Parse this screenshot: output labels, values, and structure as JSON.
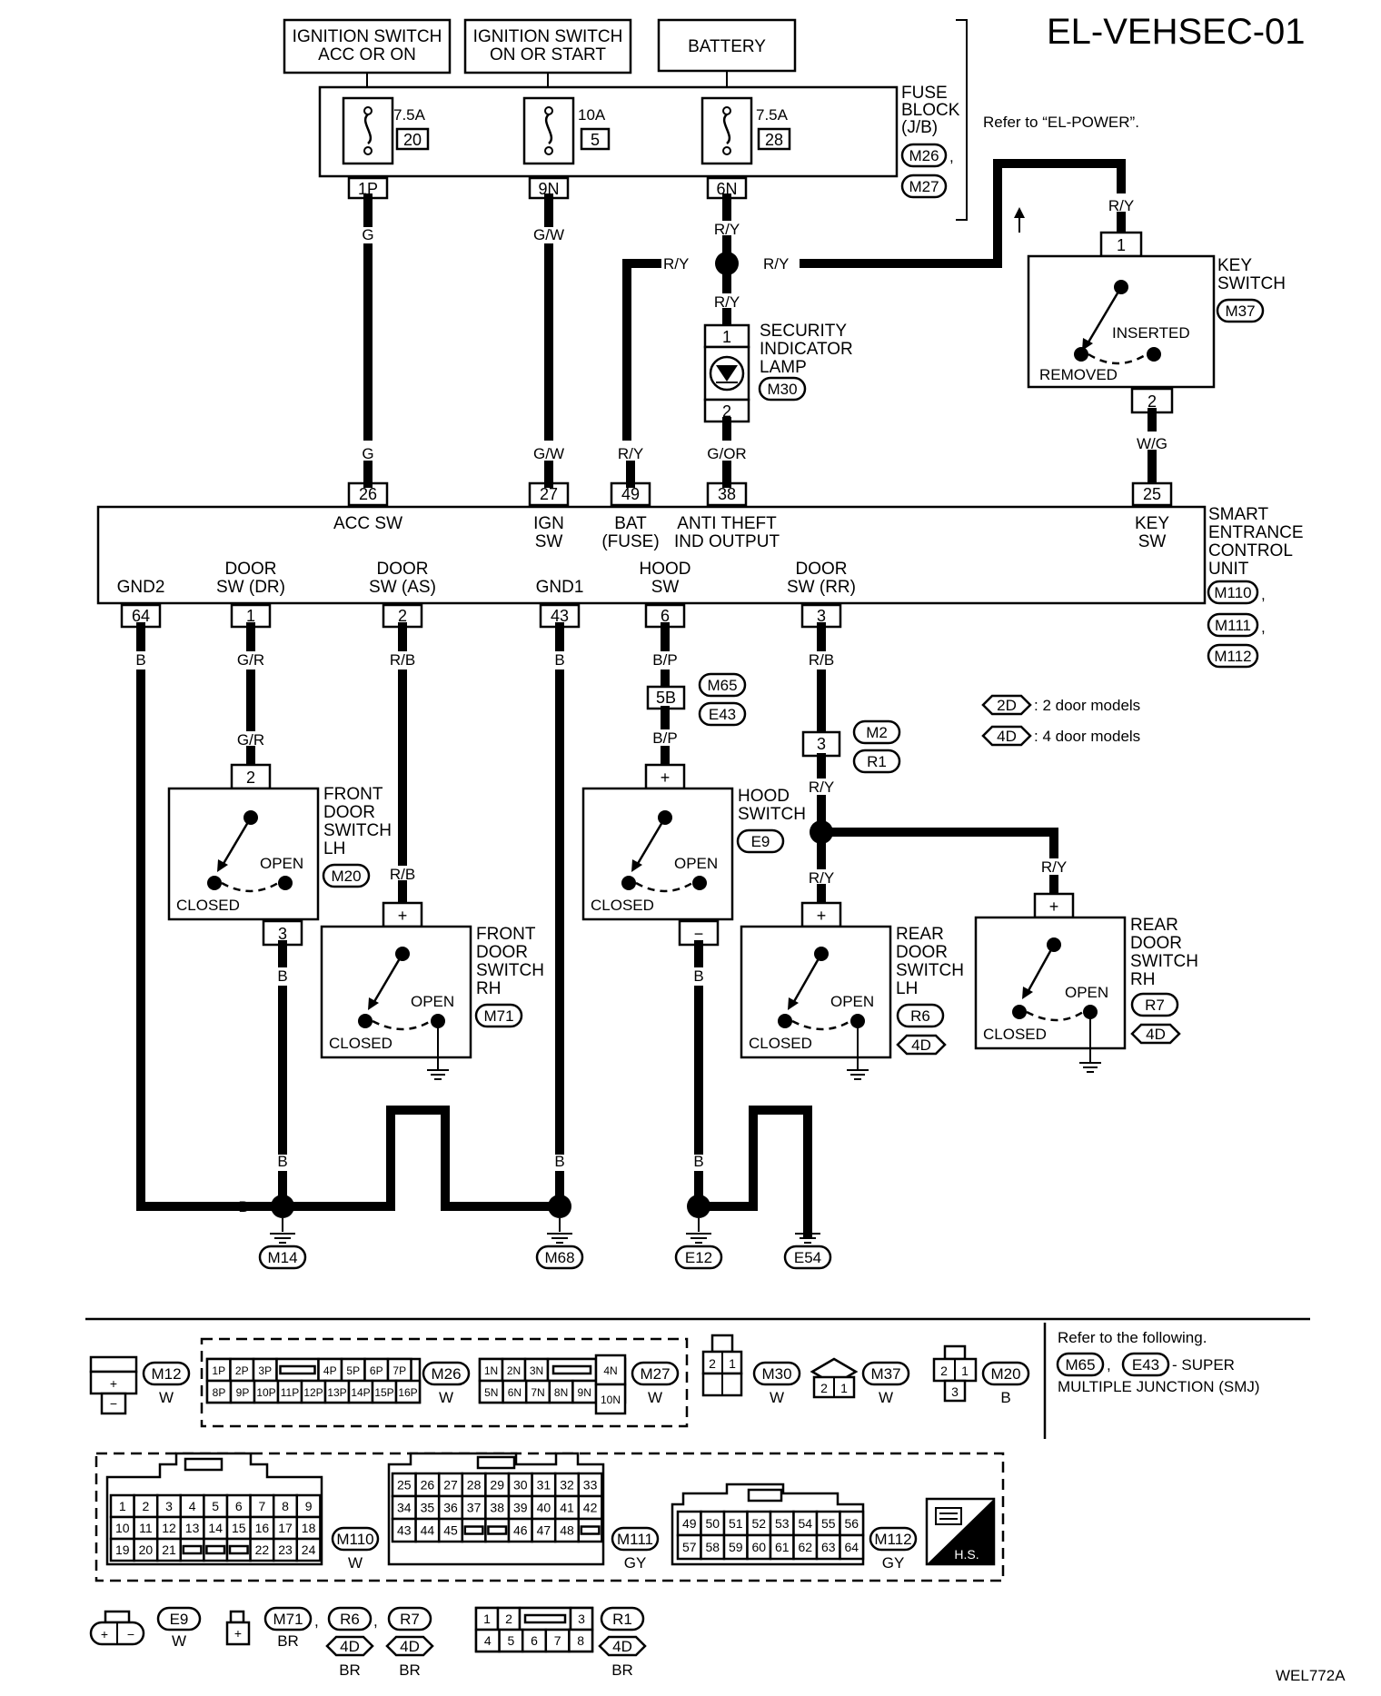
{
  "title": "EL-VEHSEC-01",
  "footer_code": "WEL772A",
  "power_sources": [
    {
      "label_1": "IGNITION SWITCH",
      "label_2": "ACC OR ON"
    },
    {
      "label_1": "IGNITION SWITCH",
      "label_2": "ON OR START"
    },
    {
      "label_1": "BATTERY"
    }
  ],
  "fuse_block": {
    "label_1": "FUSE",
    "label_2": "BLOCK",
    "label_3": "(J/B)",
    "conn_1": "M26",
    "conn_2": "M27",
    "refer": "Refer to “EL-POWER”.",
    "fuses": [
      {
        "amps": "7.5A",
        "number": "20",
        "terminal": "1P"
      },
      {
        "amps": "10A",
        "number": "5",
        "terminal": "9N"
      },
      {
        "amps": "7.5A",
        "number": "28",
        "terminal": "6N"
      }
    ]
  },
  "wire_colors": {
    "g": "G",
    "gw": "G/W",
    "ry": "R/Y",
    "gor": "G/OR",
    "wg": "W/G",
    "b": "B",
    "gr": "G/R",
    "rb": "R/B",
    "bp": "B/P"
  },
  "key_switch": {
    "label_1": "KEY",
    "label_2": "SWITCH",
    "conn": "M37",
    "pin_top": "1",
    "pin_bottom": "2",
    "inserted": "INSERTED",
    "removed": "REMOVED"
  },
  "security_lamp": {
    "label_1": "SECURITY",
    "label_2": "INDICATOR",
    "label_3": "LAMP",
    "conn": "M30",
    "pin_top": "1",
    "pin_bottom": "2"
  },
  "control_unit": {
    "label_1": "SMART",
    "label_2": "ENTRANCE",
    "label_3": "CONTROL",
    "label_4": "UNIT",
    "conns": [
      "M110",
      "M111",
      "M112"
    ],
    "top_pins": [
      {
        "pin": "26",
        "name_1": "ACC SW",
        "name_2": ""
      },
      {
        "pin": "27",
        "name_1": "IGN",
        "name_2": "SW"
      },
      {
        "pin": "49",
        "name_1": "BAT",
        "name_2": "(FUSE)"
      },
      {
        "pin": "38",
        "name_1": "ANTI THEFT",
        "name_2": "IND OUTPUT"
      },
      {
        "pin": "25",
        "name_1": "KEY",
        "name_2": "SW"
      }
    ],
    "bottom_pins": [
      {
        "pin": "64",
        "name_1": "",
        "name_2": "GND2"
      },
      {
        "pin": "1",
        "name_1": "DOOR",
        "name_2": "SW  (DR)"
      },
      {
        "pin": "2",
        "name_1": "DOOR",
        "name_2": "SW  (AS)"
      },
      {
        "pin": "43",
        "name_1": "",
        "name_2": "GND1"
      },
      {
        "pin": "6",
        "name_1": "HOOD",
        "name_2": "SW"
      },
      {
        "pin": "3",
        "name_1": "DOOR",
        "name_2": "SW (RR)"
      }
    ]
  },
  "legend": [
    {
      "tag": "2D",
      "text": ": 2 door models"
    },
    {
      "tag": "4D",
      "text": ": 4 door models"
    }
  ],
  "junctions": {
    "smj": {
      "pin": "5B",
      "conn_1": "M65",
      "conn_2": "E43"
    },
    "rear": {
      "pin": "3",
      "conn_1": "M2",
      "conn_2": "R1"
    }
  },
  "switches": [
    {
      "id": "front-lh",
      "l1": "FRONT",
      "l2": "DOOR",
      "l3": "SWITCH",
      "l4": "LH",
      "conn": "M20",
      "pin_top": "2",
      "pin_bottom": "3",
      "open": "OPEN",
      "closed": "CLOSED"
    },
    {
      "id": "front-rh",
      "l1": "FRONT",
      "l2": "DOOR",
      "l3": "SWITCH",
      "l4": "RH",
      "conn": "M71",
      "pin_top": "+",
      "open": "OPEN",
      "closed": "CLOSED"
    },
    {
      "id": "hood",
      "l1": "HOOD",
      "l2": "SWITCH",
      "conn": "E9",
      "pin_top": "+",
      "pin_bottom": "−",
      "open": "OPEN",
      "closed": "CLOSED"
    },
    {
      "id": "rear-lh",
      "l1": "REAR",
      "l2": "DOOR",
      "l3": "SWITCH",
      "l4": "LH",
      "conn": "R6",
      "tag": "4D",
      "pin_top": "+",
      "open": "OPEN",
      "closed": "CLOSED"
    },
    {
      "id": "rear-rh",
      "l1": "REAR",
      "l2": "DOOR",
      "l3": "SWITCH",
      "l4": "RH",
      "conn": "R7",
      "tag": "4D",
      "pin_top": "+",
      "open": "OPEN",
      "closed": "CLOSED"
    }
  ],
  "grounds": [
    "M14",
    "M68",
    "E12",
    "E54"
  ],
  "connector_views": {
    "m12": {
      "conn": "M12",
      "color": "W",
      "pins": [
        "+",
        "−"
      ]
    },
    "m26": {
      "conn": "M26",
      "color": "W",
      "row1": [
        "1P",
        "2P",
        "3P",
        "",
        "4P",
        "5P",
        "6P",
        "7P"
      ],
      "row2": [
        "8P",
        "9P",
        "10P",
        "11P",
        "12P",
        "13P",
        "14P",
        "15P",
        "16P"
      ]
    },
    "m27": {
      "conn": "M27",
      "color": "W",
      "row1": [
        "1N",
        "2N",
        "3N",
        ""
      ],
      "row2": [
        "5N",
        "6N",
        "7N",
        "8N",
        "9N"
      ],
      "side": [
        "4N",
        "10N"
      ]
    },
    "m30": {
      "conn": "M30",
      "color": "W",
      "pins": [
        "2",
        "1"
      ]
    },
    "m37": {
      "conn": "M37",
      "color": "W",
      "pins": [
        "2",
        "1"
      ]
    },
    "m20": {
      "conn": "M20",
      "color": "B",
      "pins": [
        "2",
        "1",
        "3"
      ]
    },
    "refer_1": "Refer to the following.",
    "refer_conn_1": "M65",
    "refer_conn_2": "E43",
    "refer_2": "- SUPER",
    "refer_3": "MULTIPLE JUNCTION (SMJ)",
    "m110": {
      "conn": "M110",
      "color": "W",
      "row1": [
        "1",
        "2",
        "3",
        "4",
        "5",
        "6",
        "7",
        "8",
        "9"
      ],
      "row2": [
        "10",
        "11",
        "12",
        "13",
        "14",
        "15",
        "16",
        "17",
        "18"
      ],
      "row3": [
        "19",
        "20",
        "21",
        "",
        "",
        "",
        "22",
        "23",
        "24"
      ]
    },
    "m111": {
      "conn": "M111",
      "color": "GY",
      "row1": [
        "25",
        "26",
        "27",
        "28",
        "29",
        "30",
        "31",
        "32",
        "33"
      ],
      "row2": [
        "34",
        "35",
        "36",
        "37",
        "38",
        "39",
        "40",
        "41",
        "42"
      ],
      "row3": [
        "43",
        "44",
        "45",
        "",
        "",
        "46",
        "47",
        "48",
        ""
      ]
    },
    "m112": {
      "conn": "M112",
      "color": "GY",
      "row1": [
        "49",
        "50",
        "51",
        "52",
        "53",
        "54",
        "55",
        "56"
      ],
      "row2": [
        "57",
        "58",
        "59",
        "60",
        "61",
        "62",
        "63",
        "64"
      ]
    },
    "hs": "H.S.",
    "e9": {
      "conn": "E9",
      "color": "W",
      "pins": [
        "+",
        "−"
      ]
    },
    "m71": {
      "conn": "M71",
      "conn_2": "R6",
      "conn_3": "R7",
      "tag": "4D",
      "color_1": "BR",
      "color_2": "BR",
      "color_3": "BR",
      "pin": "+"
    },
    "r1": {
      "conn": "R1",
      "tag": "4D",
      "color": "BR",
      "row1": [
        "1",
        "2",
        "",
        "3"
      ],
      "row2": [
        "4",
        "5",
        "6",
        "7",
        "8"
      ]
    }
  }
}
